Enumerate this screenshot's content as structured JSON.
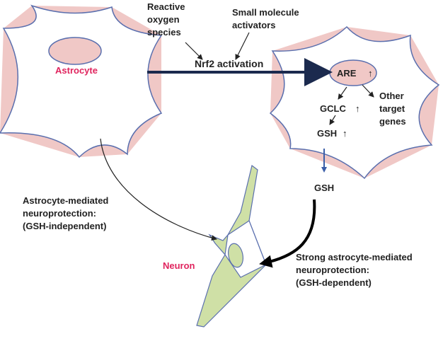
{
  "cells": {
    "astrocyte_label": "Astrocyte",
    "neuron_label": "Neuron"
  },
  "inputs": {
    "ros": [
      "Reactive",
      "oxygen",
      "species"
    ],
    "small_molecule": [
      "Small molecule",
      "activators"
    ]
  },
  "pathway": {
    "nrf2": "Nrf2 activation",
    "are": "ARE",
    "gclc": "GCLC",
    "gsh_internal": "GSH",
    "other_targets": [
      "Other",
      "target",
      "genes"
    ],
    "up_arrow": "↑",
    "gsh_released": "GSH"
  },
  "protection": {
    "independent": [
      "Astrocyte-mediated",
      "neuroprotection:",
      "(GSH-independent)"
    ],
    "dependent": [
      "Strong astrocyte-mediated",
      "neuroprotection:",
      "(GSH-dependent)"
    ]
  },
  "colors": {
    "astro_fill": "#f0c8c6",
    "astro_outline": "#5a6fae",
    "neuron_fill": "#cfe0a6",
    "neuron_outline": "#5a6fae",
    "main_arrow": "#1b2a4e",
    "red_label": "#e0245e",
    "text": "#222222"
  }
}
